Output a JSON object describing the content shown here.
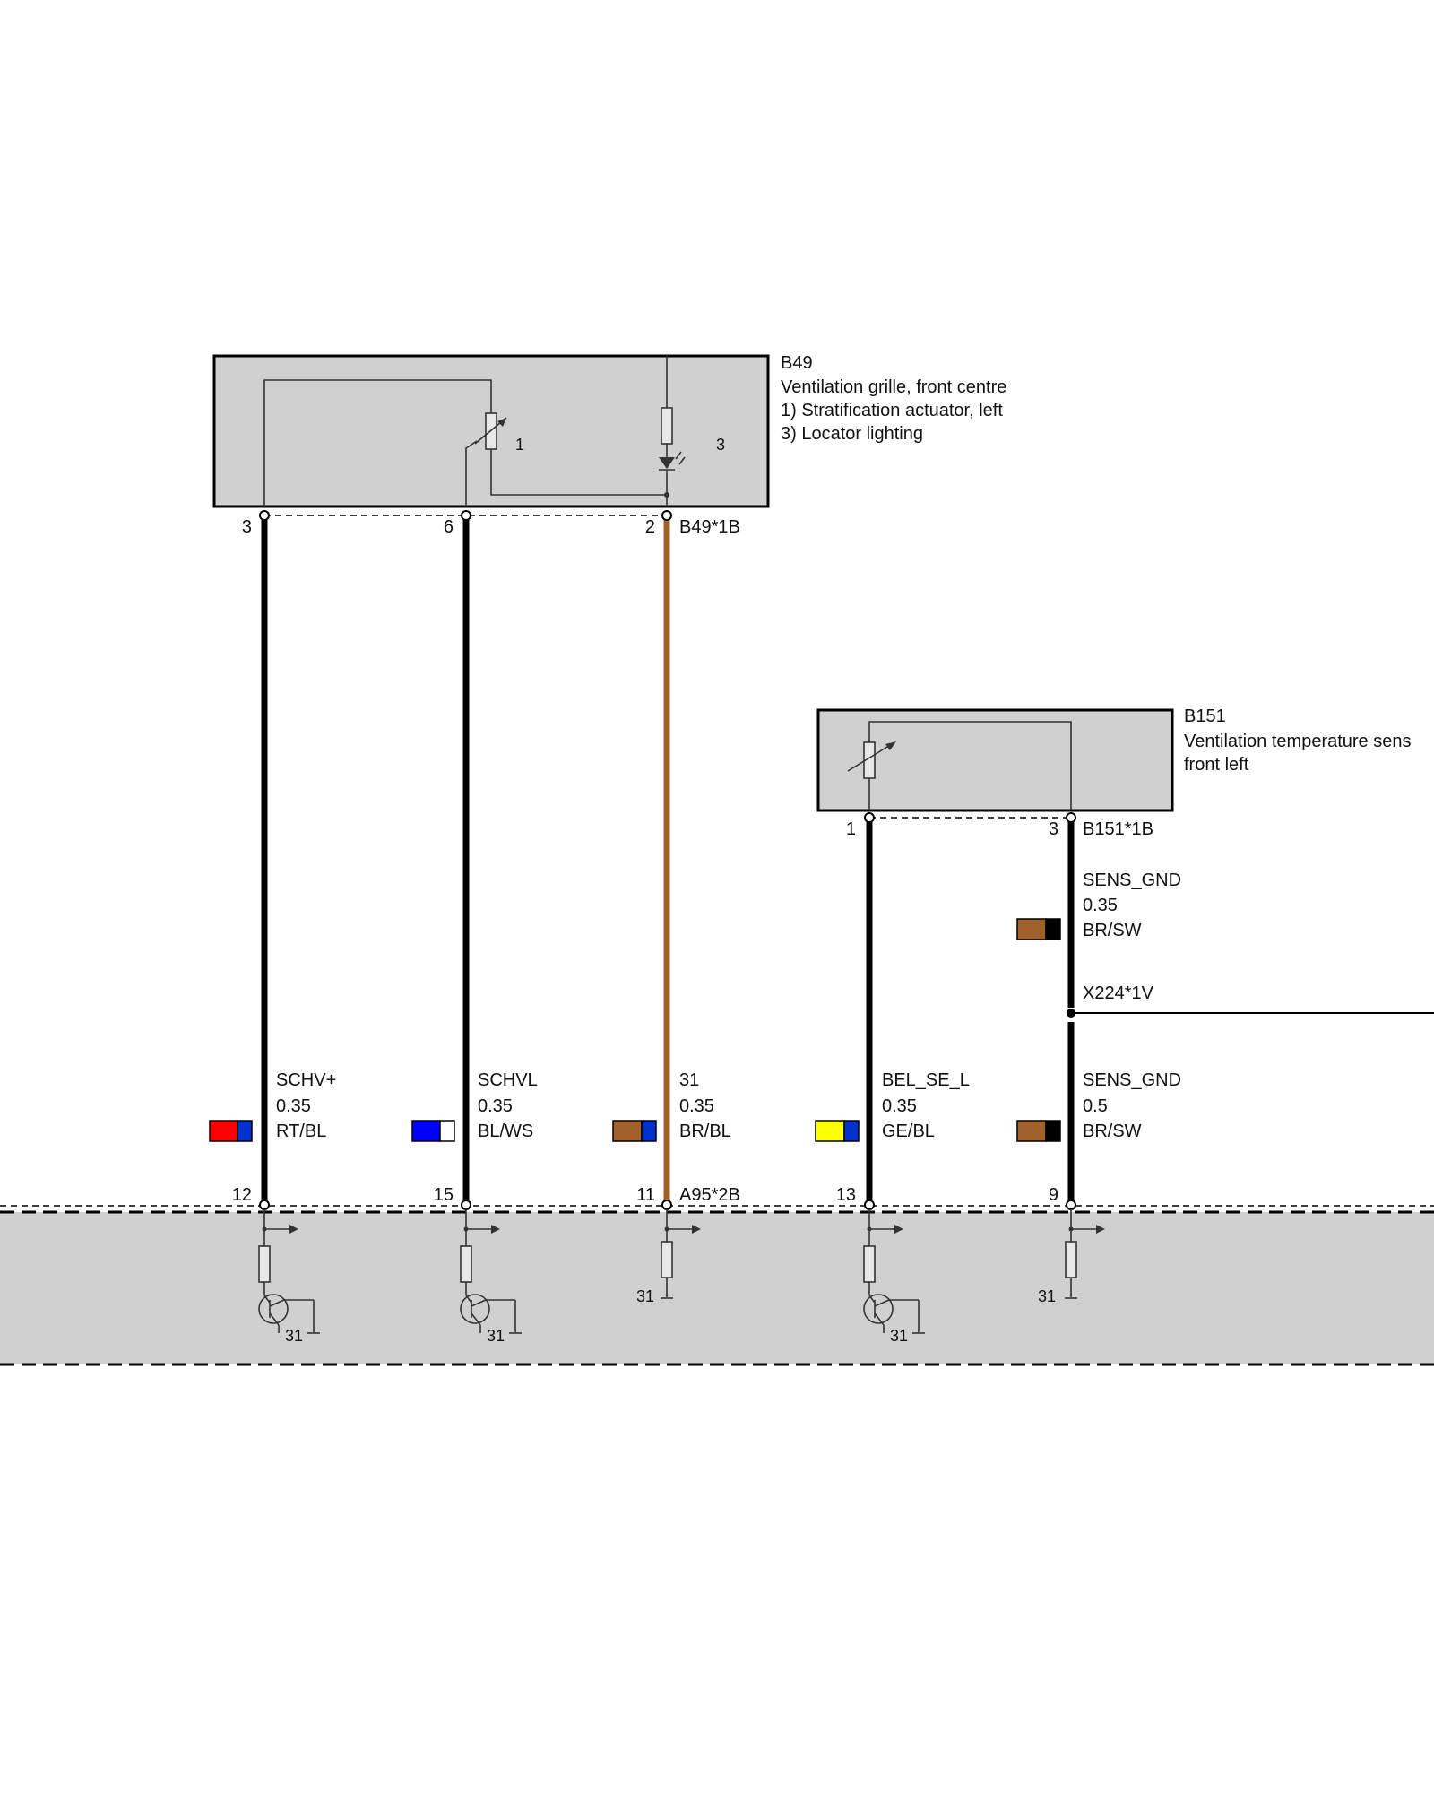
{
  "components": {
    "b49": {
      "id": "B49",
      "title": "Ventilation grille, front centre",
      "note1": "1) Stratification actuator, left",
      "note3": "3) Locator lighting",
      "marker1": "1",
      "marker3": "3",
      "connector": "B49*1B"
    },
    "b151": {
      "id": "B151",
      "title": "Ventilation temperature sens",
      "subtitle": "front left",
      "connector": "B151*1B"
    },
    "a95": {
      "connector": "A95*2B",
      "ground": "31"
    }
  },
  "splice": {
    "label": "X224*1V"
  },
  "wires": [
    {
      "id": "w1",
      "top_pin": "3",
      "bottom_pin": "12",
      "signal": "SCHV+",
      "gauge": "0.35",
      "color_code": "RT/BL",
      "colors": [
        "#ff0000",
        "#0033cc"
      ],
      "wire_color": "#000000"
    },
    {
      "id": "w2",
      "top_pin": "6",
      "bottom_pin": "15",
      "signal": "SCHVL",
      "gauge": "0.35",
      "color_code": "BL/WS",
      "colors": [
        "#0000ff",
        "#ffffff"
      ],
      "wire_color": "#000000"
    },
    {
      "id": "w3",
      "top_pin": "2",
      "bottom_pin": "11",
      "signal": "31",
      "gauge": "0.35",
      "color_code": "BR/BL",
      "colors": [
        "#a0612c",
        "#0033cc"
      ],
      "wire_color": "#a0612c"
    },
    {
      "id": "w4",
      "top_pin": "1",
      "bottom_pin": "13",
      "signal": "BEL_SE_L",
      "gauge": "0.35",
      "color_code": "GE/BL",
      "colors": [
        "#ffff00",
        "#0033cc"
      ],
      "wire_color": "#000000"
    },
    {
      "id": "w5",
      "top_pin": "3",
      "bottom_pin": "9",
      "signal": "SENS_GND",
      "gauge": "0.5",
      "color_code": "BR/SW",
      "colors": [
        "#a0612c",
        "#000000"
      ],
      "wire_color": "#000000",
      "upper_signal": "SENS_GND",
      "upper_gauge": "0.35",
      "upper_color_code": "BR/SW"
    }
  ]
}
